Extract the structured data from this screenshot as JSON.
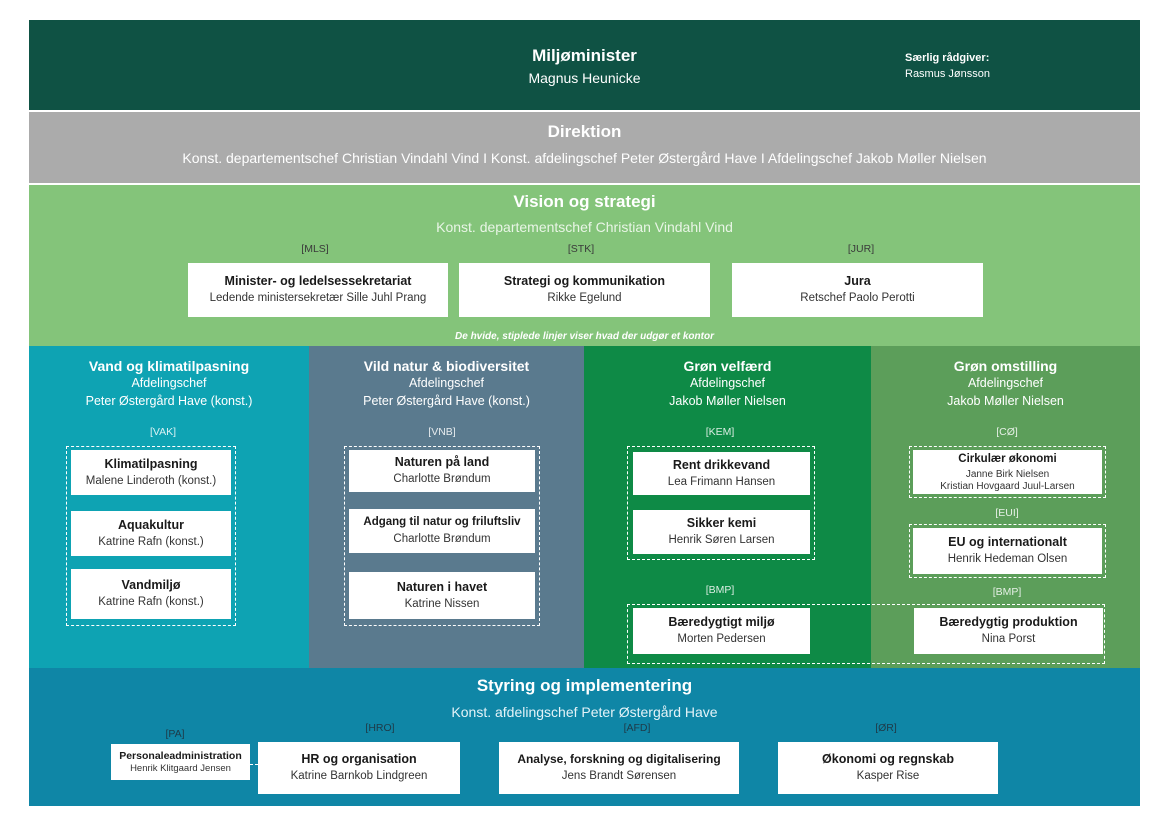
{
  "colors": {
    "minister": "#0f5244",
    "direktion": "#ababab",
    "vision": "#84c47a",
    "vand": "#0ea3b3",
    "vild": "#5a7a8e",
    "velfaerd": "#0e8a46",
    "omstilling": "#5c9e5a",
    "styring": "#0f86a6",
    "code_dark": "#3a3a3a",
    "code_light": "#ffffff"
  },
  "minister": {
    "title": "Miljøminister",
    "name": "Magnus Heunicke",
    "advisor_label": "Særlig rådgiver:",
    "advisor_name": "Rasmus Jønsson"
  },
  "direktion": {
    "title": "Direktion",
    "members": "Konst. departementschef Christian Vindahl Vind I Konst. afdelingschef Peter Østergård Have I Afdelingschef Jakob Møller Nielsen"
  },
  "vision": {
    "title": "Vision og strategi",
    "head": "Konst. departementschef Christian Vindahl Vind",
    "units": [
      {
        "code": "[MLS]",
        "title": "Minister- og ledelsessekretariat",
        "person": "Ledende ministersekretær Sille Juhl Prang"
      },
      {
        "code": "[STK]",
        "title": "Strategi og kommunikation",
        "person": "Rikke Egelund"
      },
      {
        "code": "[JUR]",
        "title": "Jura",
        "person": "Retschef Paolo Perotti"
      }
    ],
    "note": "De hvide, stiplede linjer viser hvad der udgør et kontor"
  },
  "departments": {
    "vand": {
      "title": "Vand og klimatilpasning",
      "role": "Afdelingschef",
      "name": "Peter Østergård Have (konst.)",
      "code": "[VAK]",
      "units": [
        {
          "title": "Klimatilpasning",
          "person": "Malene Linderoth (konst.)"
        },
        {
          "title": "Aquakultur",
          "person": "Katrine Rafn (konst.)"
        },
        {
          "title": "Vandmiljø",
          "person": "Katrine Rafn (konst.)"
        }
      ]
    },
    "vild": {
      "title": "Vild natur & biodiversitet",
      "role": "Afdelingschef",
      "name": "Peter Østergård Have (konst.)",
      "code": "[VNB]",
      "units": [
        {
          "title": "Naturen på land",
          "person": "Charlotte Brøndum"
        },
        {
          "title": "Adgang til natur og friluftsliv",
          "person": "Charlotte Brøndum"
        },
        {
          "title": "Naturen i havet",
          "person": "Katrine Nissen"
        }
      ]
    },
    "velfaerd": {
      "title": "Grøn velfærd",
      "role": "Afdelingschef",
      "name": "Jakob Møller Nielsen",
      "code": "[KEM]",
      "units": [
        {
          "title": "Rent drikkevand",
          "person": "Lea Frimann Hansen"
        },
        {
          "title": "Sikker kemi",
          "person": "Henrik Søren Larsen"
        }
      ],
      "bmp_code": "[BMP]",
      "bmp_unit": {
        "title": "Bæredygtigt miljø",
        "person": "Morten Pedersen"
      }
    },
    "omstilling": {
      "title": "Grøn omstilling",
      "role": "Afdelingschef",
      "name": "Jakob Møller Nielsen",
      "co_code": "[CØ]",
      "co_unit": {
        "title": "Cirkulær økonomi",
        "person1": "Janne Birk Nielsen",
        "person2": "Kristian Hovgaard Juul-Larsen"
      },
      "eui_code": "[EUI]",
      "eui_unit": {
        "title": "EU og internationalt",
        "person": "Henrik Hedeman Olsen"
      },
      "bmp_code": "[BMP]",
      "bmp_unit": {
        "title": "Bæredygtig produktion",
        "person": "Nina Porst"
      }
    }
  },
  "styring": {
    "title": "Styring og implementering",
    "head": "Konst. afdelingschef Peter Østergård Have",
    "units": [
      {
        "code": "[PA]",
        "title": "Personaleadministration",
        "person": "Henrik Klitgaard Jensen"
      },
      {
        "code": "[HRO]",
        "title": "HR og organisation",
        "person": "Katrine Barnkob Lindgreen"
      },
      {
        "code": "[AFD]",
        "title": "Analyse, forskning og digitalisering",
        "person": "Jens Brandt Sørensen"
      },
      {
        "code": "[ØR]",
        "title": "Økonomi og regnskab",
        "person": "Kasper Rise"
      }
    ]
  }
}
